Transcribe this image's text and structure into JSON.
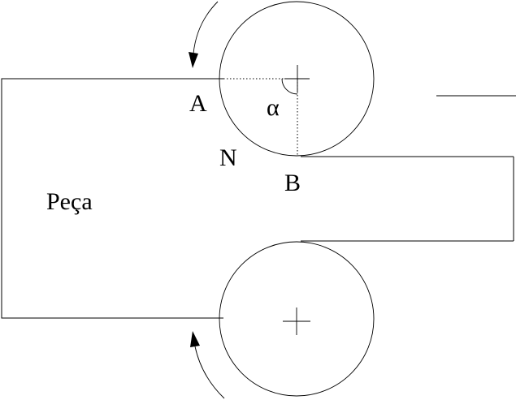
{
  "labels": {
    "workpiece": "Peça",
    "point_a": "A",
    "point_b": "B",
    "point_n": "N",
    "angle": "α"
  }
}
